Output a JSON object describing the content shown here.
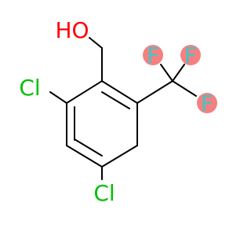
{
  "molecule": {
    "atoms": {
      "hydroxyl": {
        "text": "HO",
        "color": "#ff0000"
      },
      "chlorine_left": {
        "text": "Cl",
        "color": "#00c000"
      },
      "chlorine_bottom": {
        "text": "Cl",
        "color": "#00c000"
      },
      "fluorine_top_left": {
        "text": "F",
        "color": "#33cccc"
      },
      "fluorine_top_right": {
        "text": "F",
        "color": "#33cccc"
      },
      "fluorine_right": {
        "text": "F",
        "color": "#33cccc"
      }
    },
    "colors": {
      "bond": "#000000",
      "fluorine_highlight": "#f58080"
    }
  }
}
